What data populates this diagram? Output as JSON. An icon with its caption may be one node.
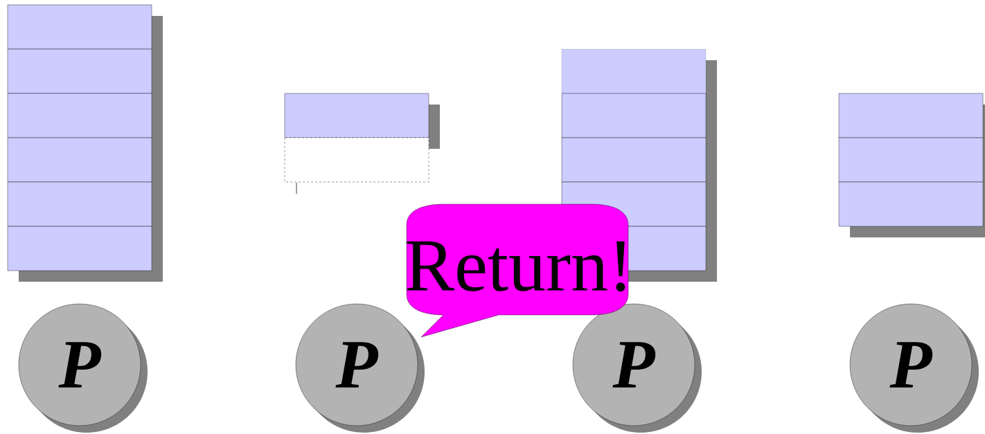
{
  "diagram": {
    "nodes": [
      {
        "text": [
          "P"
        ]
      },
      {
        "text": [
          "P"
        ]
      },
      {
        "text": [
          "P"
        ]
      },
      {
        "text": [
          "P"
        ]
      },
      {
        "text": [
          "Return!"
        ]
      }
    ]
  }
}
